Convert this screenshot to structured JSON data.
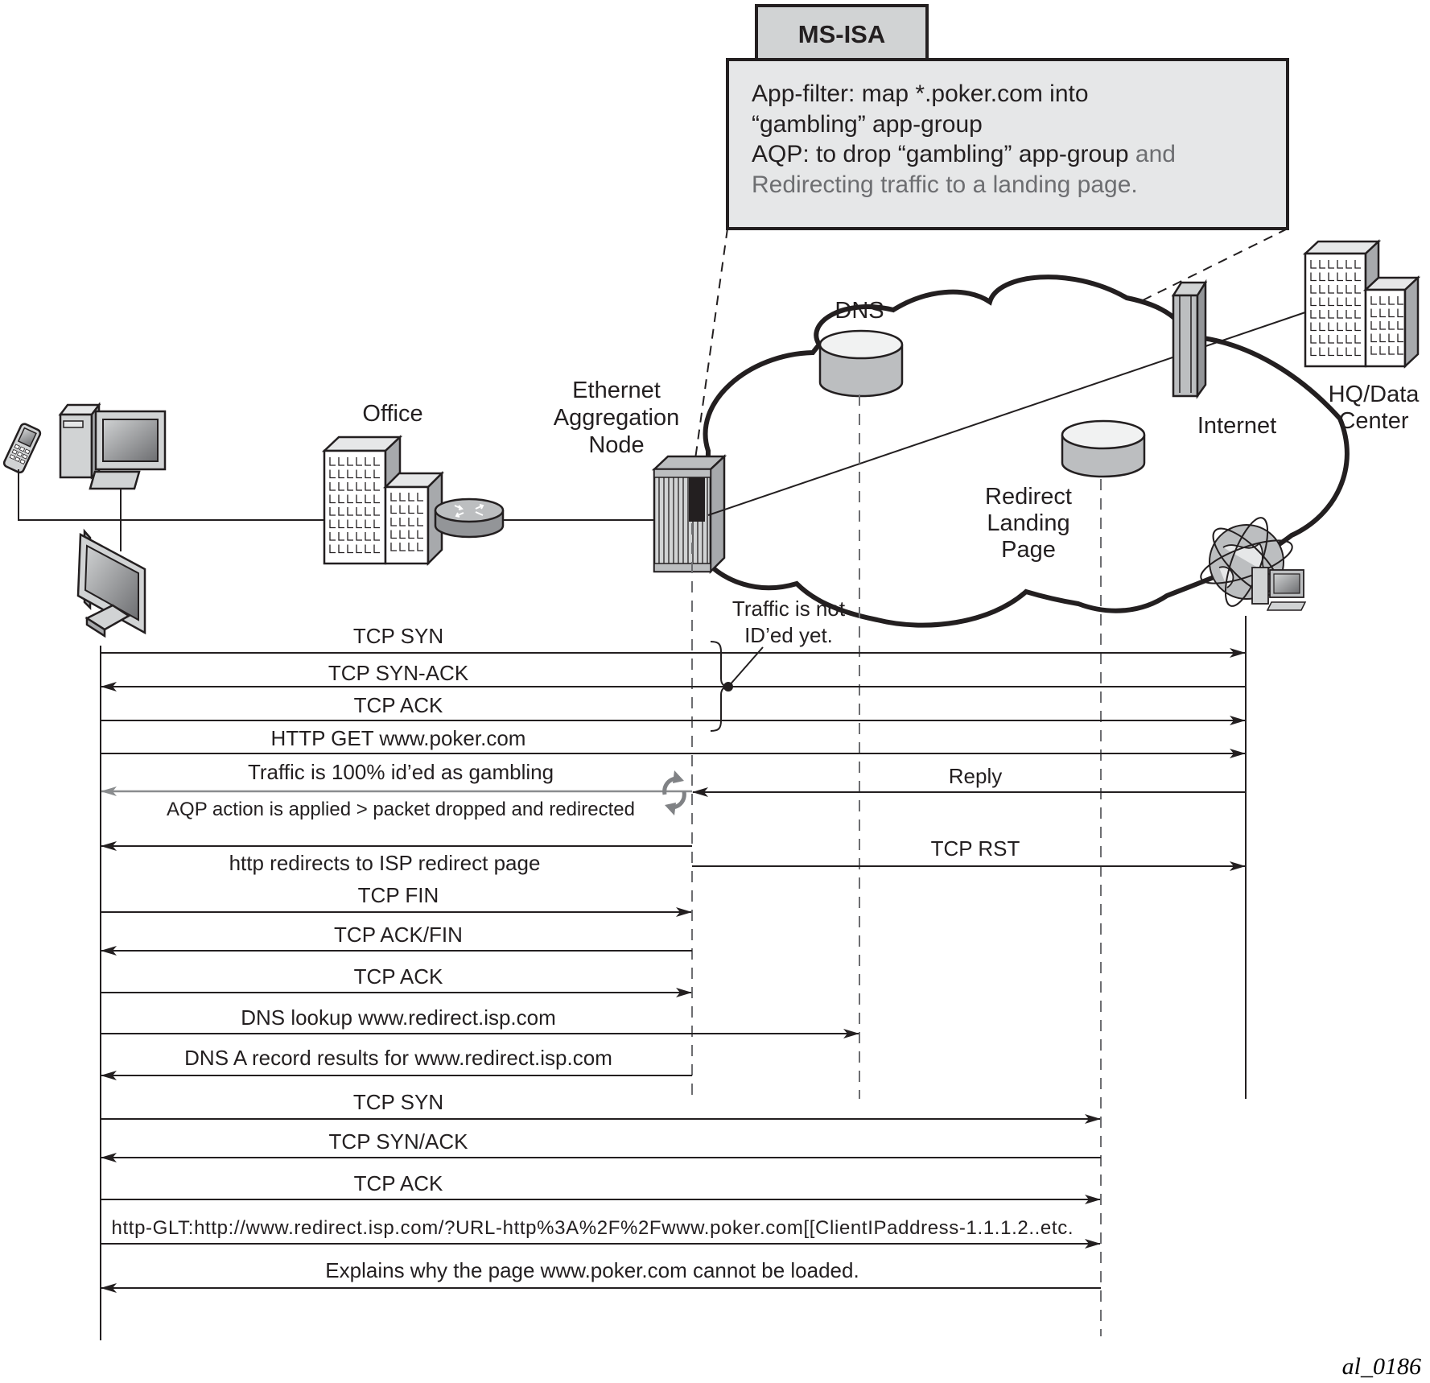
{
  "ms_isa_box": {
    "tab_label": "MS-ISA",
    "lines": [
      {
        "text": "App-filter: map *.poker.com into",
        "tone": "dark"
      },
      {
        "text": "“gambling” app-group",
        "tone": "dark"
      },
      {
        "text": "AQP: to drop “gambling” app-group",
        "tone": "dark",
        "suffix": " and"
      },
      {
        "text": "Redirecting traffic to a landing page.",
        "tone": "gray"
      }
    ]
  },
  "nodes": {
    "office": "Office",
    "ethernet_aggregation_node": [
      "Ethernet",
      "Aggregation",
      "Node"
    ],
    "dns": "DNS",
    "redirect_landing_page": [
      "Redirect",
      "Landing",
      "Page"
    ],
    "internet": "Internet",
    "hq_data_center": [
      "HQ/Data",
      "Center"
    ]
  },
  "annotation": {
    "not_identified": [
      "Traffic is not",
      "ID’ed yet."
    ]
  },
  "messages": [
    {
      "id": "m1",
      "label": "TCP SYN",
      "from": "client",
      "to": "internet",
      "dir": "right"
    },
    {
      "id": "m2",
      "label": "TCP SYN-ACK",
      "from": "internet",
      "to": "client",
      "dir": "left"
    },
    {
      "id": "m3",
      "label": "TCP ACK",
      "from": "client",
      "to": "internet",
      "dir": "right"
    },
    {
      "id": "m4",
      "label": "HTTP GET www.poker.com",
      "from": "client",
      "to": "internet",
      "dir": "right"
    },
    {
      "id": "m5",
      "label": "Traffic is 100% id’ed as gambling",
      "from": "ean",
      "to": "client",
      "dir": "left",
      "style": "gray"
    },
    {
      "id": "m5b",
      "label": "AQP action is applied > packet dropped and redirected",
      "style": "note"
    },
    {
      "id": "m6",
      "label": "Reply",
      "from": "internet",
      "to": "ean",
      "dir": "left"
    },
    {
      "id": "m7",
      "label": "http redirects to ISP redirect page",
      "from": "ean",
      "to": "client",
      "dir": "left"
    },
    {
      "id": "m8",
      "label": "TCP RST",
      "from": "ean",
      "to": "internet",
      "dir": "right"
    },
    {
      "id": "m9",
      "label": "TCP FIN",
      "from": "client",
      "to": "ean",
      "dir": "right"
    },
    {
      "id": "m10",
      "label": "TCP ACK/FIN",
      "from": "ean",
      "to": "client",
      "dir": "left"
    },
    {
      "id": "m11",
      "label": "TCP ACK",
      "from": "client",
      "to": "ean",
      "dir": "right"
    },
    {
      "id": "m12",
      "label": "DNS lookup www.redirect.isp.com",
      "from": "client",
      "to": "dns",
      "dir": "right"
    },
    {
      "id": "m13",
      "label": "DNS A record results for www.redirect.isp.com",
      "from": "ean",
      "to": "client",
      "dir": "left"
    },
    {
      "id": "m14",
      "label": "TCP SYN",
      "from": "client",
      "to": "redirect",
      "dir": "right"
    },
    {
      "id": "m15",
      "label": "TCP SYN/ACK",
      "from": "redirect",
      "to": "client",
      "dir": "left"
    },
    {
      "id": "m16",
      "label": "TCP ACK",
      "from": "client",
      "to": "redirect",
      "dir": "right"
    },
    {
      "id": "m17",
      "label": "http-GLT:http://www.redirect.isp.com/?URL-http%3A%2F%2Fwww.poker.com[[ClientIPaddress-1.1.1.2..etc.",
      "from": "client",
      "to": "redirect",
      "dir": "right"
    },
    {
      "id": "m18",
      "label": "Explains why the page www.poker.com cannot be loaded.",
      "from": "redirect",
      "to": "client",
      "dir": "left"
    }
  ],
  "figure_id": "al_0186"
}
